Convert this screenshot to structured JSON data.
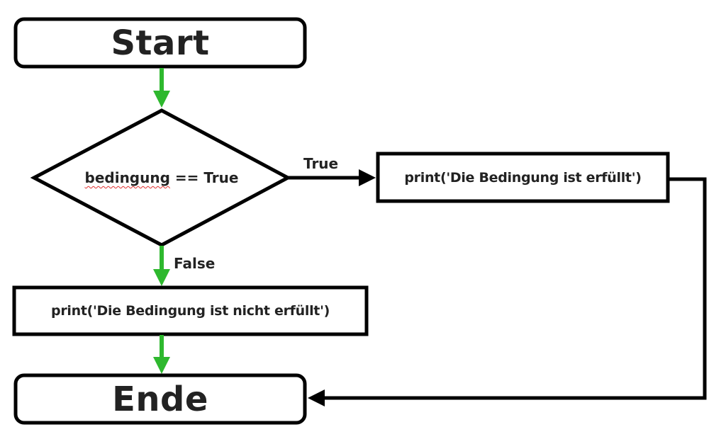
{
  "diagram": {
    "nodes": {
      "start": {
        "label": "Start",
        "shape": "rounded-rect"
      },
      "decision": {
        "label_word": "bedingung",
        "label_rest": " == True",
        "shape": "diamond"
      },
      "true_action": {
        "label": "print('Die Bedingung ist erfüllt')",
        "shape": "rect"
      },
      "false_action": {
        "label": "print('Die Bedingung ist nicht erfüllt')",
        "shape": "rect"
      },
      "end": {
        "label": "Ende",
        "shape": "rounded-rect"
      }
    },
    "edges": {
      "true_label": "True",
      "false_label": "False"
    },
    "colors": {
      "main_flow_arrow": "#2eb82e",
      "branch_arrow": "#000000",
      "box_border": "#000000",
      "text": "#222222",
      "spellcheck_underline": "#e03030"
    }
  }
}
